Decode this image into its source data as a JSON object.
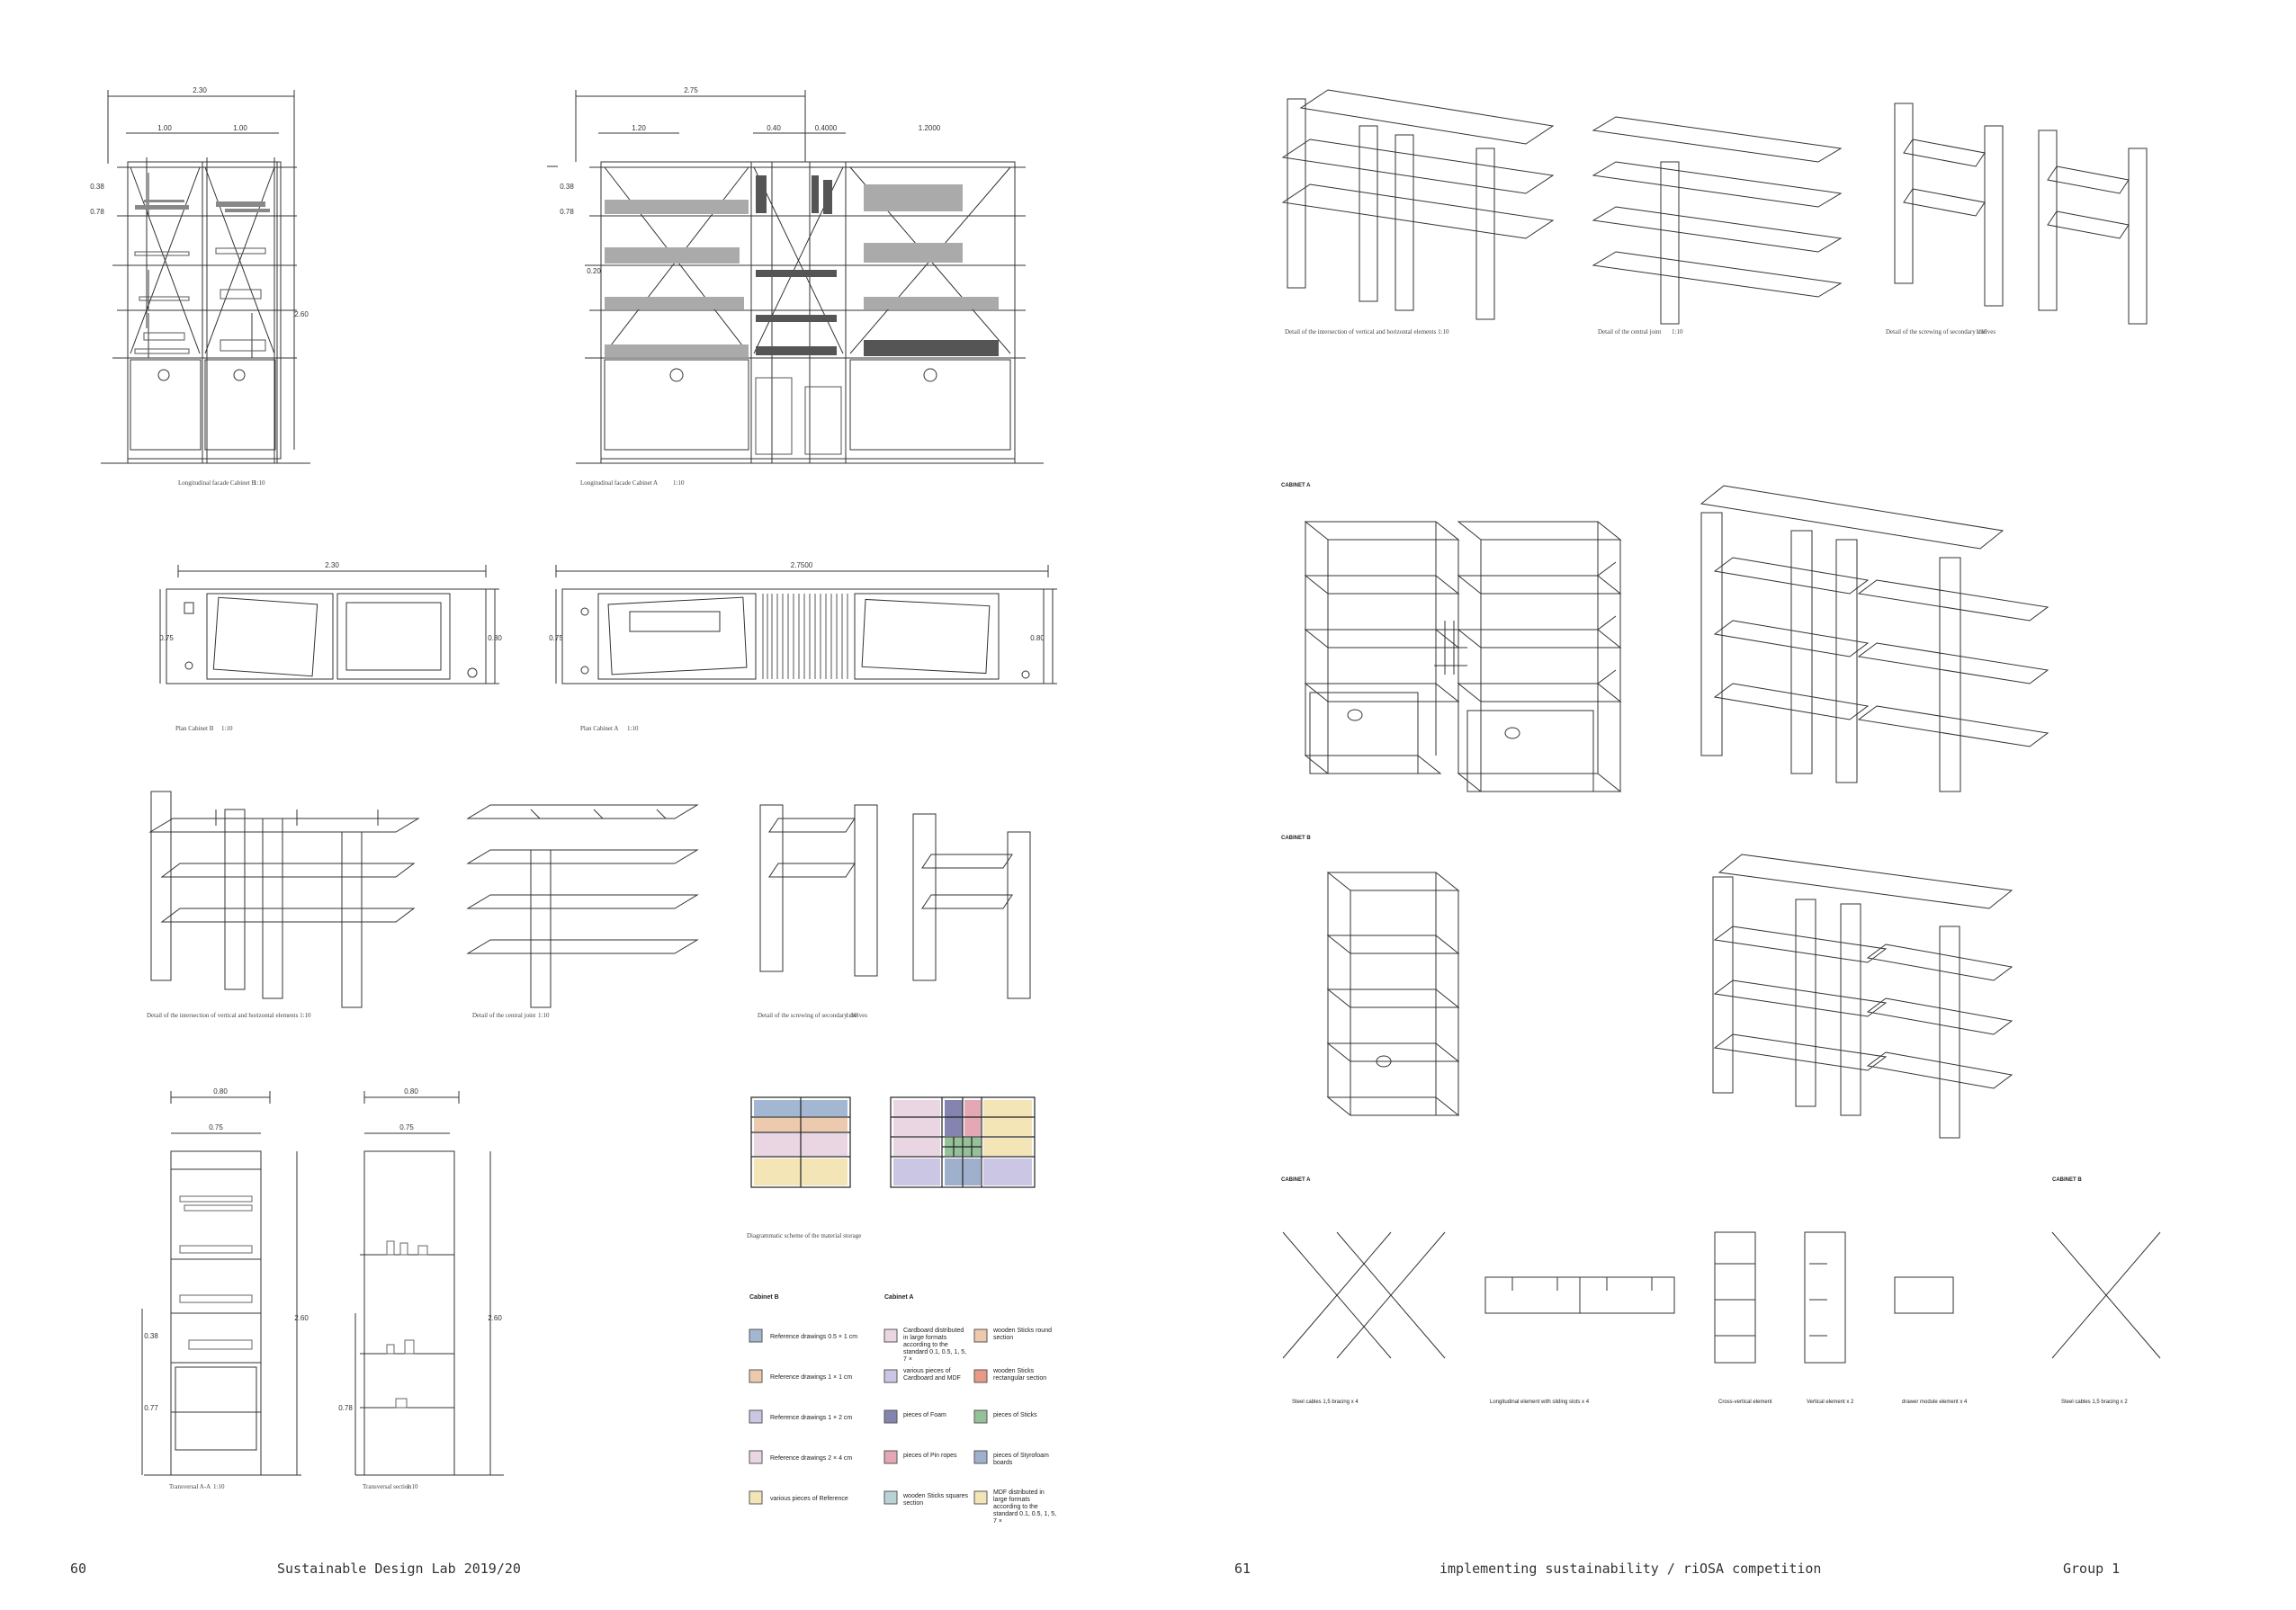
{
  "left_page": {
    "footer": {
      "page_number": "60",
      "title": "Sustainable Design Lab 2019/20"
    },
    "elevation_a": {
      "caption": "Longitudinal facade Cabinet B",
      "scale": "1:10",
      "dim_total": "2.30",
      "dim_bay_1": "1.00",
      "dim_bay_2": "1.00",
      "dim_upper": "0.38",
      "dim_mid": "0.78",
      "dim_height": "2.60"
    },
    "elevation_b": {
      "caption": "Longitudinal facade Cabinet A",
      "scale": "1:10",
      "dim_total": "2.75",
      "dim_bay_1": "1.20",
      "dim_bay_2": "0.40",
      "dim_bay_3": "0.4000",
      "dim_bay_4": "1.2000",
      "dim_upper": "0.38",
      "dim_mid": "0.78",
      "dim_low": "0.20"
    },
    "plan_a": {
      "caption": "Plan Cabinet B",
      "scale": "1:10",
      "dim_total": "2.30",
      "dim_left": "0.75",
      "dim_right": "0.80"
    },
    "plan_b": {
      "caption": "Plan Cabinet A",
      "scale": "1:10",
      "dim_total": "2.7500",
      "dim_left": "0.75",
      "dim_right": "0.80"
    },
    "details": {
      "caption_1": "Detail of the intersection of vertical and horizontal elements 1:10",
      "caption_2": "Detail of the central joint",
      "scale_2": "1:10",
      "caption_3": "Detail of the screwing of secondary shelves",
      "scale_3": "1:10"
    },
    "sections": {
      "caption_1": "Transversal A-A",
      "scale_1": "1:10",
      "caption_2": "Transversal section",
      "scale_2": "1:10",
      "dim_width_a": "0.80",
      "dim_inner_a": "0.75",
      "dim_width_b": "0.80",
      "dim_inner_b": "0.75",
      "dim_height_a": "2.60",
      "dim_height_b": "2.60",
      "dim_upper_a": "0.38",
      "dim_low_a": "0.77",
      "dim_low_b": "0.78"
    },
    "diagram": {
      "caption": "Diagrammatic scheme of the material storage"
    },
    "legend": {
      "heading_1": "Cabinet B",
      "heading_2": "Cabinet A",
      "items": [
        {
          "label": "Reference drawings 0.5 × 1 cm",
          "color": "#a3b6d2"
        },
        {
          "label": "Reference drawings 1 × 1 cm",
          "color": "#edc9ad"
        },
        {
          "label": "Reference drawings 1 × 2 cm",
          "color": "#cbc6e3"
        },
        {
          "label": "Reference drawings 2 × 4 cm",
          "color": "#ead6e2"
        },
        {
          "label": "various pieces of Reference",
          "color": "#f3e5b6"
        },
        {
          "label": "Cardboard distributed in large formats according to the standard 0.1, 0.5, 1, 5, 7 ×",
          "color": "#ead6e2"
        },
        {
          "label": "various pieces of Cardboard and MDF",
          "color": "#cbc6e3"
        },
        {
          "label": "pieces of Foam",
          "color": "#8583b0"
        },
        {
          "label": "pieces of Pin ropes",
          "color": "#e3a8b4"
        },
        {
          "label": "wooden Sticks squares section",
          "color": "#b9d3d4"
        },
        {
          "label": "wooden Sticks round section",
          "color": "#edc9ad"
        },
        {
          "label": "wooden Sticks rectangular section",
          "color": "#e99a86"
        },
        {
          "label": "pieces of Sticks",
          "color": "#95c199"
        },
        {
          "label": "pieces of Styrofoam boards",
          "color": "#9fb0cd"
        },
        {
          "label": "MDF distributed in large formats according to the standard 0.1, 0.5, 1, 5, 7 ×",
          "color": "#f3e5b6"
        }
      ]
    }
  },
  "right_page": {
    "footer": {
      "page_number": "61",
      "title": "implementing sustainability / riOSA competition",
      "group": "Group 1"
    },
    "top_details": {
      "caption_1": "Detail of the intersection of vertical and horizontal elements 1:10",
      "caption_2": "Detail of the central joint",
      "scale_2": "1:10",
      "caption_3": "Detail of the screwing of secondary shelves",
      "scale_3": "1:10"
    },
    "cabinet_a_label": "CABINET A",
    "cabinet_b_label": "CABINET B",
    "components": {
      "label_a": "CABINET A",
      "label_b": "CABINET B",
      "caption_1": "Steel cables 1,5 bracing x 4",
      "caption_2": "Longitudinal element with sliding slots x 4",
      "caption_3": "Cross-vertical element",
      "caption_4": "Vertical element x 2",
      "caption_5": "drawer module element x 4",
      "caption_6": "Steel cables 1,5 bracing x 2"
    }
  }
}
